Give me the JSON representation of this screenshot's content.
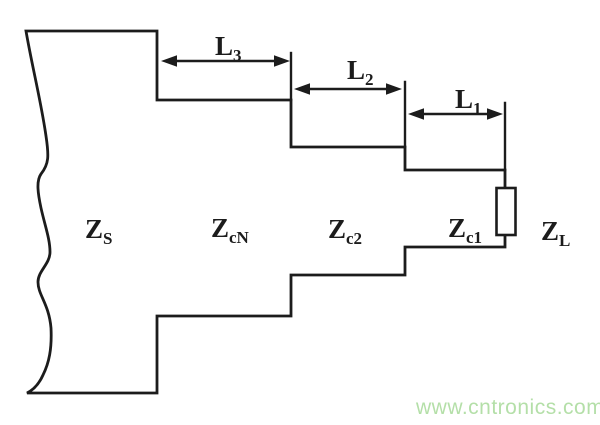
{
  "diagram": {
    "colors": {
      "line": "#1c1c1c",
      "background": "#ffffff",
      "watermark": "#b4dfa8"
    },
    "impedance_labels": {
      "source": {
        "base": "Z",
        "sub": "S"
      },
      "sectionN": {
        "base": "Z",
        "sub": "cN"
      },
      "section2": {
        "base": "Z",
        "sub": "c2"
      },
      "section1": {
        "base": "Z",
        "sub": "c1"
      },
      "load": {
        "base": "Z",
        "sub": "L"
      }
    },
    "length_labels": {
      "l3": {
        "base": "L",
        "sub": "3"
      },
      "l2": {
        "base": "L",
        "sub": "2"
      },
      "l1": {
        "base": "L",
        "sub": "1"
      }
    }
  },
  "watermark": {
    "text": "www.cntronics.com"
  }
}
